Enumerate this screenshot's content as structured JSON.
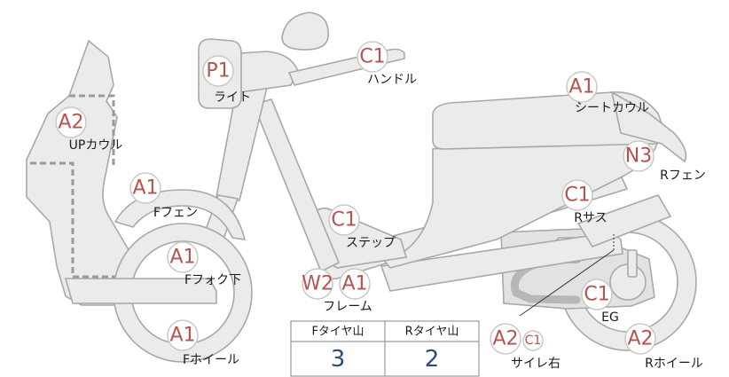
{
  "parts": [
    {
      "id": "light",
      "code": "P1",
      "label": "ライト"
    },
    {
      "id": "handle",
      "code": "C1",
      "label": "ハンドル"
    },
    {
      "id": "seat-cowl",
      "code": "A1",
      "label": "シートカウル"
    },
    {
      "id": "up-cowl",
      "code": "A2",
      "label": "UPカウル"
    },
    {
      "id": "r-fender",
      "code": "N3",
      "label": "Rフェン"
    },
    {
      "id": "f-fender",
      "code": "A1",
      "label": "Fフェン"
    },
    {
      "id": "r-suspension",
      "code": "C1",
      "label": "Rサス"
    },
    {
      "id": "step",
      "code": "C1",
      "label": "ステップ"
    },
    {
      "id": "f-fork-lower",
      "code": "A1",
      "label": "Fフォク下"
    },
    {
      "id": "frame",
      "code": "W2",
      "code2": "A1",
      "label": "フレーム"
    },
    {
      "id": "engine",
      "code": "C1",
      "label": "EG"
    },
    {
      "id": "f-wheel",
      "code": "A1",
      "label": "Fホイール"
    },
    {
      "id": "muffler-right",
      "code": "A2",
      "code2": "C1",
      "label": "サイレ右"
    },
    {
      "id": "r-wheel",
      "code": "A2",
      "label": "Rホイール"
    }
  ],
  "tread_table": {
    "headers": [
      "Fタイヤ山",
      "Rタイヤ山"
    ],
    "values": [
      "3",
      "2"
    ]
  }
}
